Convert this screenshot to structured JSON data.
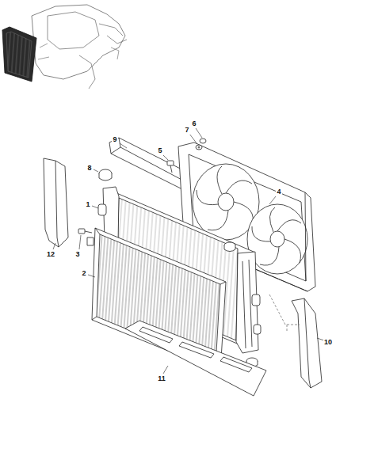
{
  "diagram": {
    "labels": [
      "6",
      "7",
      "9",
      "5",
      "8",
      "4",
      "1",
      "12",
      "3",
      "2",
      "10",
      "11"
    ]
  }
}
